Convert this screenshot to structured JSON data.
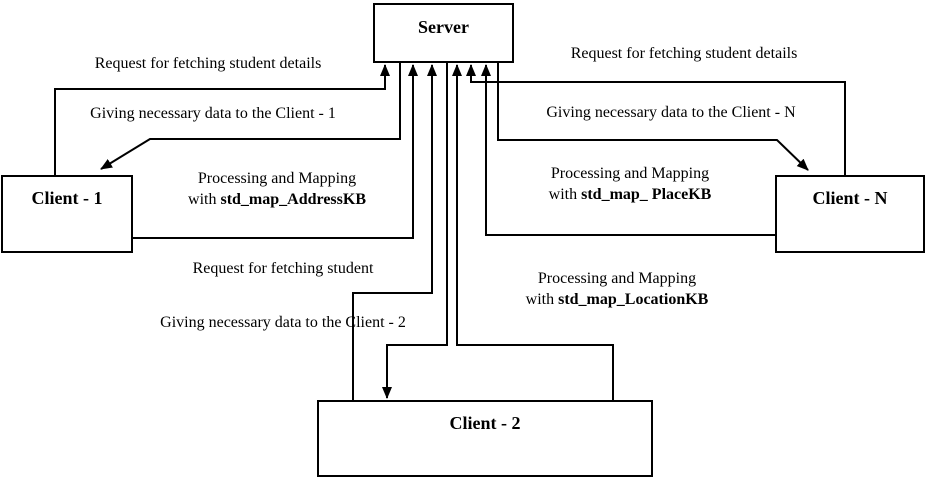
{
  "diagram": {
    "nodes": {
      "server": {
        "label": "Server"
      },
      "client1": {
        "label": "Client - 1"
      },
      "client2": {
        "label": "Client - 2"
      },
      "clientN": {
        "label": "Client - N"
      }
    },
    "edge_labels": {
      "request_client1": "Request for fetching student details",
      "giving_client1": "Giving necessary data to the Client - 1",
      "processing_client1_line1": "Processing and Mapping",
      "processing_client1_prefix": "with ",
      "processing_client1_bold": "std_map_AddressKB",
      "request_client2": "Request for fetching student",
      "giving_client2": "Giving necessary data to the Client - 2",
      "processing_client2_line1": "Processing and Mapping",
      "processing_client2_prefix": "with ",
      "processing_client2_bold": "std_map_LocationKB",
      "request_clientN": "Request for fetching student details",
      "giving_clientN": "Giving necessary data to the Client - N",
      "processing_clientN_line1": "Processing and Mapping",
      "processing_clientN_prefix": "with ",
      "processing_clientN_bold": "std_map_ PlaceKB"
    },
    "colors": {
      "line": "#000000",
      "background": "#ffffff",
      "text": "#000000"
    }
  }
}
